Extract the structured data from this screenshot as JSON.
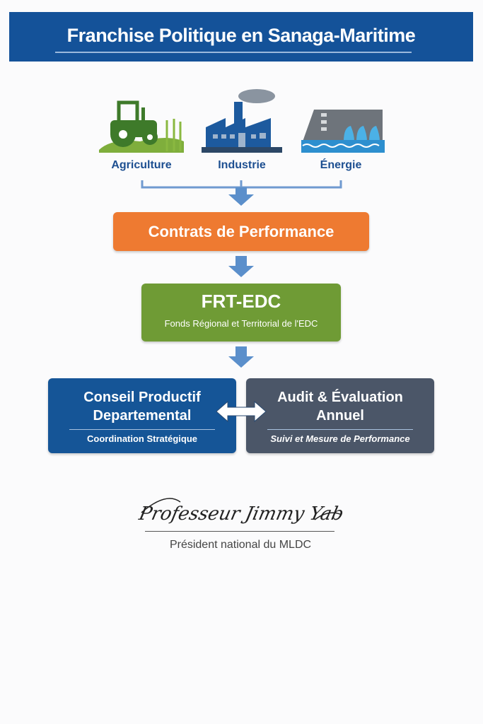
{
  "header": {
    "title": "Franchise Politique en Sanaga-Maritime"
  },
  "sectors": [
    {
      "label": "Agriculture",
      "icon": "tractor-icon"
    },
    {
      "label": "Industrie",
      "icon": "factory-icon"
    },
    {
      "label": "Énergie",
      "icon": "dam-icon"
    }
  ],
  "contracts": {
    "label": "Contrats de Performance"
  },
  "fund": {
    "title": "FRT-EDC",
    "subtitle": "Fonds Régional et Territorial de l'EDC"
  },
  "council": {
    "title_line1": "Conseil Productif",
    "title_line2": "Departemental",
    "subtitle": "Coordination Stratégique"
  },
  "audit": {
    "title_line1": "Audit & Évaluation",
    "title_line2": "Annuel",
    "subtitle": "Suivi et Mesure de Performance"
  },
  "signature": {
    "name": "Professeur Jimmy Yab",
    "caption": "Président national du MLDC"
  },
  "colors": {
    "header": "#145299",
    "orange": "#ee7a31",
    "green": "#6f9b35",
    "blue": "#155597",
    "gray": "#4b5668",
    "arrow": "#5b8fcb"
  }
}
